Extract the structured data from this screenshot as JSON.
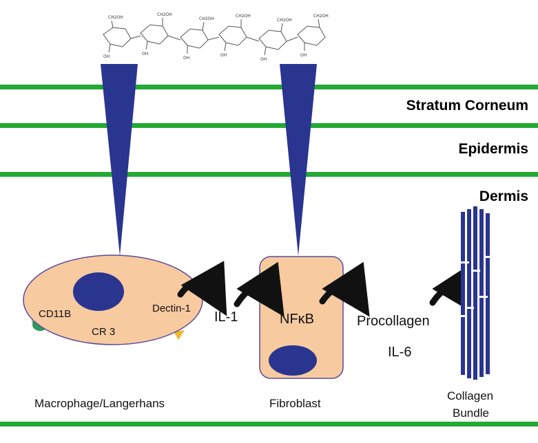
{
  "layers": {
    "stratum_corneum": "Stratum Corneum",
    "epidermis": "Epidermis",
    "dermis": "Dermis"
  },
  "receptors": {
    "cd11b": "CD11B",
    "cr3": "CR 3",
    "dectin1": "Dectin-1"
  },
  "signals": {
    "il1": "IL-1",
    "nfkb": "NFκB",
    "procollagen": "Procollagen",
    "il6": "IL-6"
  },
  "captions": {
    "macrophage": "Macrophage/Langerhans",
    "fibroblast": "Fibroblast",
    "collagen_line1": "Collagen",
    "collagen_line2": "Bundle"
  },
  "chem_labels": {
    "ch2oh": "CH2OH",
    "oh": "OH"
  },
  "colors": {
    "membrane_green": "#22aa33",
    "wedge_blue": "#2a3590",
    "cell_fill": "#f7caa0",
    "cell_border": "#5a4a9a",
    "nucleus": "#2a3590",
    "arrow": "#111111",
    "cd11b_marker": "#2e9a58",
    "cr3_marker": "#e03020",
    "dectin1_marker": "#f0b830"
  }
}
